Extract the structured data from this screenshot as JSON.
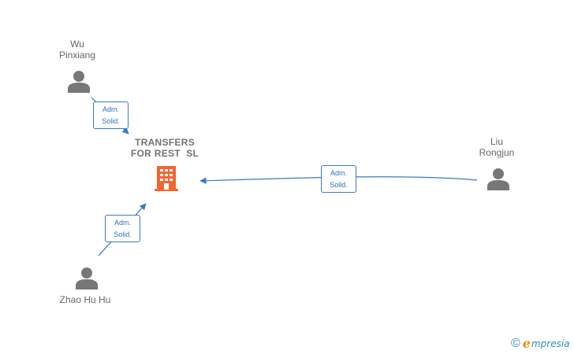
{
  "company": {
    "name": "TRANSFERS\nFOR REST  SL",
    "icon": "building-icon",
    "color": "#f26630"
  },
  "people": [
    {
      "id": "wu",
      "name": "Wu\nPinxiang",
      "icon": "person-icon"
    },
    {
      "id": "liu",
      "name": "Liu\nRongjun",
      "icon": "person-icon"
    },
    {
      "id": "zhao",
      "name": "Zhao Hu Hu",
      "icon": "person-icon"
    }
  ],
  "relations": [
    {
      "from": "wu",
      "label": "Adm.\nSolid."
    },
    {
      "from": "liu",
      "label": "Adm.\nSolid."
    },
    {
      "from": "zhao",
      "label": "Adm.\nSolid."
    }
  ],
  "colors": {
    "edge": "#3a79c9",
    "person": "#777777"
  },
  "footer": {
    "copyright_symbol": "©",
    "brand_initial": "e",
    "brand_rest": "mpresia"
  }
}
